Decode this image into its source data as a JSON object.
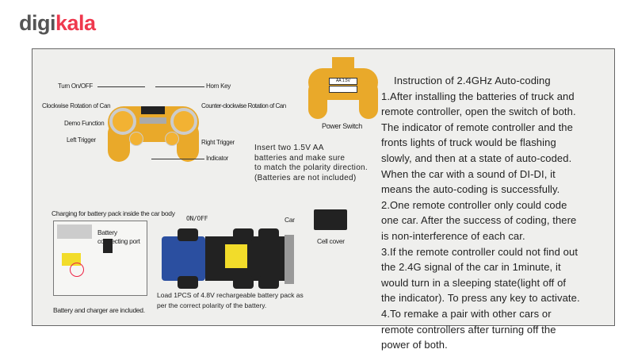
{
  "logo": {
    "part1": "digi",
    "part2": "kala"
  },
  "controller": {
    "labels": {
      "turn_on_off": "Turn On/OFF",
      "horn_key": "Horn Key",
      "clockwise": "Clockwise Rotation of Can",
      "counter_clockwise": "Counter-clockwise Rotation of Can",
      "demo": "Demo Function",
      "left_trigger": "Left Trigger",
      "right_trigger": "Right Trigger",
      "indicator": "Indicator"
    },
    "power_switch": "Power Switch",
    "battery_mark": "AA 1.5V",
    "battery_note": [
      "Insert two 1.5V AA",
      "batteries and make sure",
      "to match the polarity direction.",
      "(Batteries are not included)"
    ]
  },
  "charging": {
    "title": "Charging for battery pack inside the car body",
    "port_label": [
      "Battery",
      "connecting port"
    ],
    "included": "Battery and charger are included."
  },
  "car": {
    "on_off": "ON/OFF",
    "car_label": "Car",
    "cell_cover": "Cell cover",
    "load_note": [
      "Load 1PCS of 4.8V rechargeable battery pack as",
      "per the correct polarity of the battery."
    ]
  },
  "instruction": {
    "lines": [
      "  Instruction of 2.4GHz Auto-coding",
      "1.After installing the batteries of truck and",
      "remote controller, open the switch of both.",
      "The indicator of remote controller and the",
      "fronts lights of truck would be flashing",
      "slowly, and then at a state of auto-coded.",
      "When the car with a sound of DI-DI, it",
      "means the auto-coding is successfully.",
      "2.One remote controller only could code",
      "one car. After the success of coding, there",
      "is non-interference of each car.",
      "3.If the remote controller could not find out",
      "the 2.4G signal of the car in 1minute, it",
      "would turn in a sleeping state(light off of",
      "the indicator). To press any key to activate.",
      "4.To remake a pair with other cars or",
      "remote controllers after turning off the",
      "power of both."
    ]
  }
}
